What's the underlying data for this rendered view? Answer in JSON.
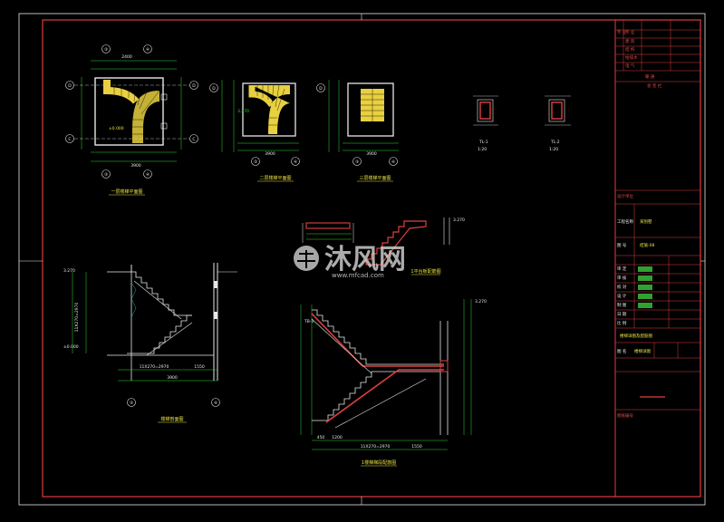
{
  "colors": {
    "background": "#000000",
    "frame": "#e03c3c",
    "stair_fill": "#e8d040",
    "dimension": "#30d830",
    "wall": "#e8e8e8",
    "structure": "#e04040",
    "text_green": "#30e030",
    "title_yellow": "#e8e040"
  },
  "plans": {
    "plan1": {
      "title": "一层楼梯平面图",
      "axis_top": [
        "③",
        "④"
      ],
      "axis_bottom": [
        "③",
        "④"
      ],
      "axis_left": [
        "D",
        "C"
      ],
      "axis_right": [
        "D",
        "C"
      ],
      "dim_top": "2400",
      "dim_bottom": "3900",
      "level": "±0.000"
    },
    "plan2": {
      "title": "二层楼梯平面图",
      "axis_bottom": [
        "③",
        "④"
      ],
      "axis_left": [
        "D"
      ],
      "level": "3.270",
      "dim_bottom": "3900"
    },
    "plan3": {
      "title": "三层楼梯平面图",
      "axis_bottom": [
        "③",
        "④"
      ],
      "axis_left": [
        "D"
      ],
      "dim_bottom": "3900"
    },
    "beam1": {
      "label": "TL-1",
      "scale": "1:20"
    },
    "beam2": {
      "label": "TL-2",
      "scale": "1:20"
    }
  },
  "sections": {
    "section1": {
      "title": "楼梯剖面图",
      "level_top": "3.270",
      "level_bottom": "±0.000",
      "axis_bottom": [
        "③",
        "④"
      ],
      "dim_bottom": "3900",
      "dim_steps": "11X270=2970",
      "dim_right": "1550"
    },
    "section2": {
      "title": "1楼梯梯段配筋图",
      "label": "TB-1",
      "dims": [
        "450",
        "1200",
        "11X270=2970",
        "1550"
      ],
      "level": "3.270"
    },
    "detail": {
      "title": "1平台板配筋图"
    }
  },
  "watermark": {
    "brand": "沐风网",
    "url": "www.mfcad.com"
  },
  "title_block": {
    "rows_top": [
      "专 业",
      "建 筑",
      "结 构",
      "给排水",
      "电 气",
      "暖 通"
    ],
    "sign_label": "会 签 栏",
    "company": "设计单位",
    "project_label": "工程名称",
    "project_value": "某别墅",
    "drawing_label": "图 名",
    "drawing_value": "楼梯详图",
    "num_label": "图 号",
    "num_value": "结施-08",
    "roles": [
      "审 定",
      "审 核",
      "校 对",
      "设 计",
      "制 图"
    ],
    "date_label": "日 期",
    "scale_label": "比 例",
    "title_main": "楼梯详图及配筋图",
    "footer": "图纸编号"
  }
}
